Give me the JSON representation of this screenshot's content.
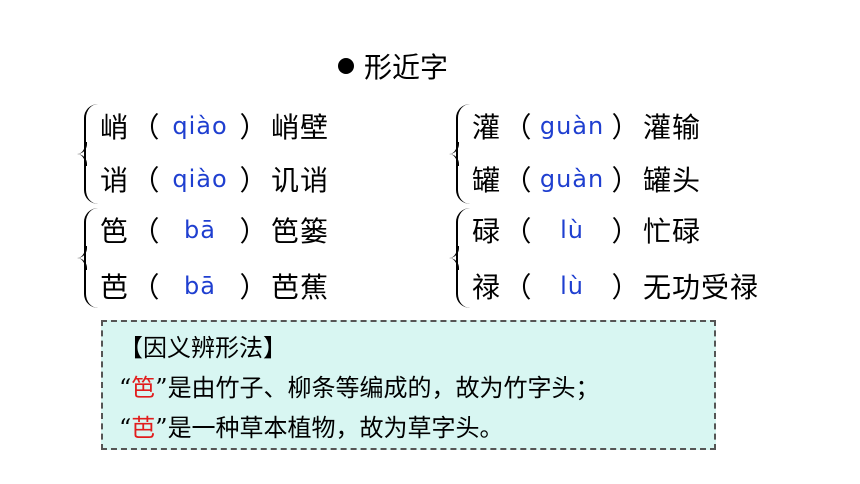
{
  "title": {
    "bullet_icon": "filled-circle-icon",
    "text": "形近字"
  },
  "pairs": [
    {
      "rows": [
        {
          "char": "峭",
          "pinyin": "qiào",
          "word": "峭壁"
        },
        {
          "char": "诮",
          "pinyin": "qiào",
          "word": "讥诮"
        }
      ]
    },
    {
      "rows": [
        {
          "char": "灌",
          "pinyin": "guàn",
          "word": "灌输"
        },
        {
          "char": "罐",
          "pinyin": "guàn",
          "word": "罐头"
        }
      ]
    },
    {
      "rows": [
        {
          "char": "笆",
          "pinyin": "bā",
          "word": "笆篓"
        },
        {
          "char": "芭",
          "pinyin": "bā",
          "word": "芭蕉"
        }
      ]
    },
    {
      "rows": [
        {
          "char": "碌",
          "pinyin": "lù",
          "word": "忙碌"
        },
        {
          "char": "禄",
          "pinyin": "lù",
          "word": "无功受禄"
        }
      ]
    }
  ],
  "paren_open": "（",
  "paren_close": "）",
  "note": {
    "heading": "【因义辨形法】",
    "lines": [
      {
        "quote_open": "“",
        "char": "笆",
        "quote_close": "”",
        "text": "是由竹子、柳条等编成的，故为竹字头；"
      },
      {
        "quote_open": "“",
        "char": "芭",
        "quote_close": "”",
        "text": "是一种草本植物，故为草字头。"
      }
    ]
  },
  "colors": {
    "pinyin": "#1f3fd0",
    "highlight": "#e11d1d",
    "note_bg": "#d8f6f2"
  }
}
